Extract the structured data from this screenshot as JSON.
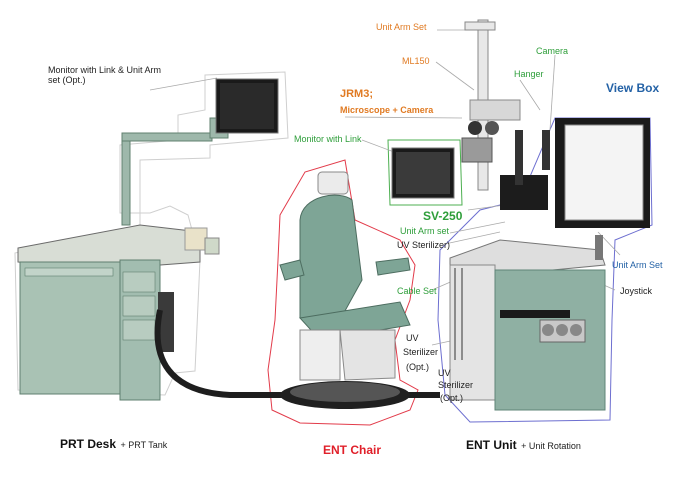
{
  "labels": {
    "monitor_link_unit_arm": "Monitor with Link & Unit Arm set (Opt.)",
    "unit_arm_set_top": "Unit Arm Set",
    "ml150": "ML150",
    "camera": "Camera",
    "hanger": "Hanger",
    "view_box": "View Box",
    "jrm3_line1": "JRM3;",
    "jrm3_line2": "Microscope + Camera",
    "monitor_with_link": "Monitor with Link",
    "sv250": "SV-250",
    "unit_arm_set_mid": "Unit Arm set",
    "uv_sterilizer_top": "UV Sterilizer)",
    "unit_arm_set_right": "Unit Arm Set",
    "cable_set": "Cable Set",
    "joystick": "Joystick",
    "uv_line1": "UV",
    "uv_line2": "Sterilizer",
    "uv_line3": "(Opt.)",
    "uv2_line1": "UV",
    "uv2_line2": "Sterilizer",
    "uv2_line3": "(Opt.)"
  },
  "captions": {
    "prt_desk": "PRT Desk",
    "prt_desk_sub": "+ PRT Tank",
    "ent_chair": "ENT Chair",
    "ent_unit": "ENT Unit",
    "ent_unit_sub": "+ Unit Rotation"
  },
  "colors": {
    "teal": "#8fb0a3",
    "teal_dark": "#5f8477",
    "chair_outline": "#e23b4a",
    "unit_outline": "#6d6fd0",
    "monitor_label": "#2e9e3a",
    "orange_label": "#e07a22",
    "blue_label": "#2462a6",
    "red_label": "#e0202a",
    "guide_line": "#c9c9c9"
  }
}
